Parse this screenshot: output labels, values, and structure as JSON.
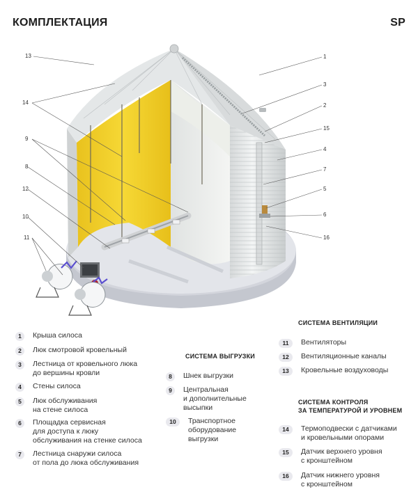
{
  "header": {
    "title": "КОМПЛЕКТАЦИЯ",
    "brand": "SP"
  },
  "callouts": [
    "13",
    "1",
    "3",
    "2",
    "15",
    "14",
    "4",
    "9",
    "7",
    "8",
    "5",
    "6",
    "12",
    "16",
    "10",
    "11"
  ],
  "legend_main": [
    {
      "n": "1",
      "text": "Крыша силоса"
    },
    {
      "n": "2",
      "text": "Люк смотровой кровельный"
    },
    {
      "n": "3",
      "text": "Лестница от кровельного люка\nдо вершины кровли"
    },
    {
      "n": "4",
      "text": "Стены силоса"
    },
    {
      "n": "5",
      "text": "Люк обслуживания\nна стене силоса"
    },
    {
      "n": "6",
      "text": "Площадка сервисная\nдля доступа к люку\nобслуживания на стенке силоса"
    },
    {
      "n": "7",
      "text": "Лестница снаружи силоса\nот пола до люка обслуживания"
    }
  ],
  "unloading": {
    "title": "СИСТЕМА ВЫГРУЗКИ",
    "items": [
      {
        "n": "8",
        "text": "Шнек выгрузки"
      },
      {
        "n": "9",
        "text": "Центральная\nи дополнительные\nвысыпки"
      },
      {
        "n": "10",
        "text": "Транспортное\nоборудование\nвыгрузки"
      }
    ]
  },
  "ventilation": {
    "title": "СИСТЕМА ВЕНТИЛЯЦИИ",
    "items": [
      {
        "n": "11",
        "text": "Вентиляторы"
      },
      {
        "n": "12",
        "text": "Вентиляционные каналы"
      },
      {
        "n": "13",
        "text": "Кровельные воздуховоды"
      }
    ]
  },
  "control": {
    "title": "СИСТЕМА КОНТРОЛЯ\nЗА ТЕМПЕРАТУРОЙ И УРОВНЕМ",
    "items": [
      {
        "n": "14",
        "text": "Термоподвески с датчиками\nи кровельными опорами"
      },
      {
        "n": "15",
        "text": "Датчик верхнего уровня\nс кронштейном"
      },
      {
        "n": "16",
        "text": "Датчик нижнего уровня\nс кронштейном"
      }
    ]
  },
  "colors": {
    "grain": "#f2cf2c",
    "metal": "#e6e9ea",
    "fan_arrow": "#5b4fd0"
  }
}
